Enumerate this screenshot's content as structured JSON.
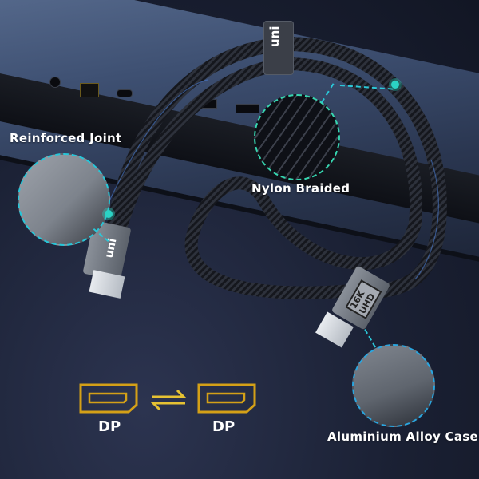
{
  "scene": {
    "description": "Product photo of braided DisplayPort cable draped over laptop with feature callouts",
    "brand_logo": "uni",
    "strap_logo": "uni"
  },
  "callouts": [
    {
      "id": "joint",
      "label": "Reinforced Joint"
    },
    {
      "id": "nylon",
      "label": "Nylon Braided"
    },
    {
      "id": "alloy",
      "label": "Aluminium Alloy Case"
    }
  ],
  "connector": {
    "logo": "uni",
    "badge_resolution": "16K",
    "badge_text": "UHD"
  },
  "conversion": {
    "left_label": "DP",
    "right_label": "DP",
    "arrow_icon": "bidirectional-arrows"
  },
  "colors": {
    "callout_teal": "#2bd3c4",
    "callout_blue": "#2aa6e0",
    "dp_gold": "#d4a017",
    "background": "#1a2033"
  }
}
